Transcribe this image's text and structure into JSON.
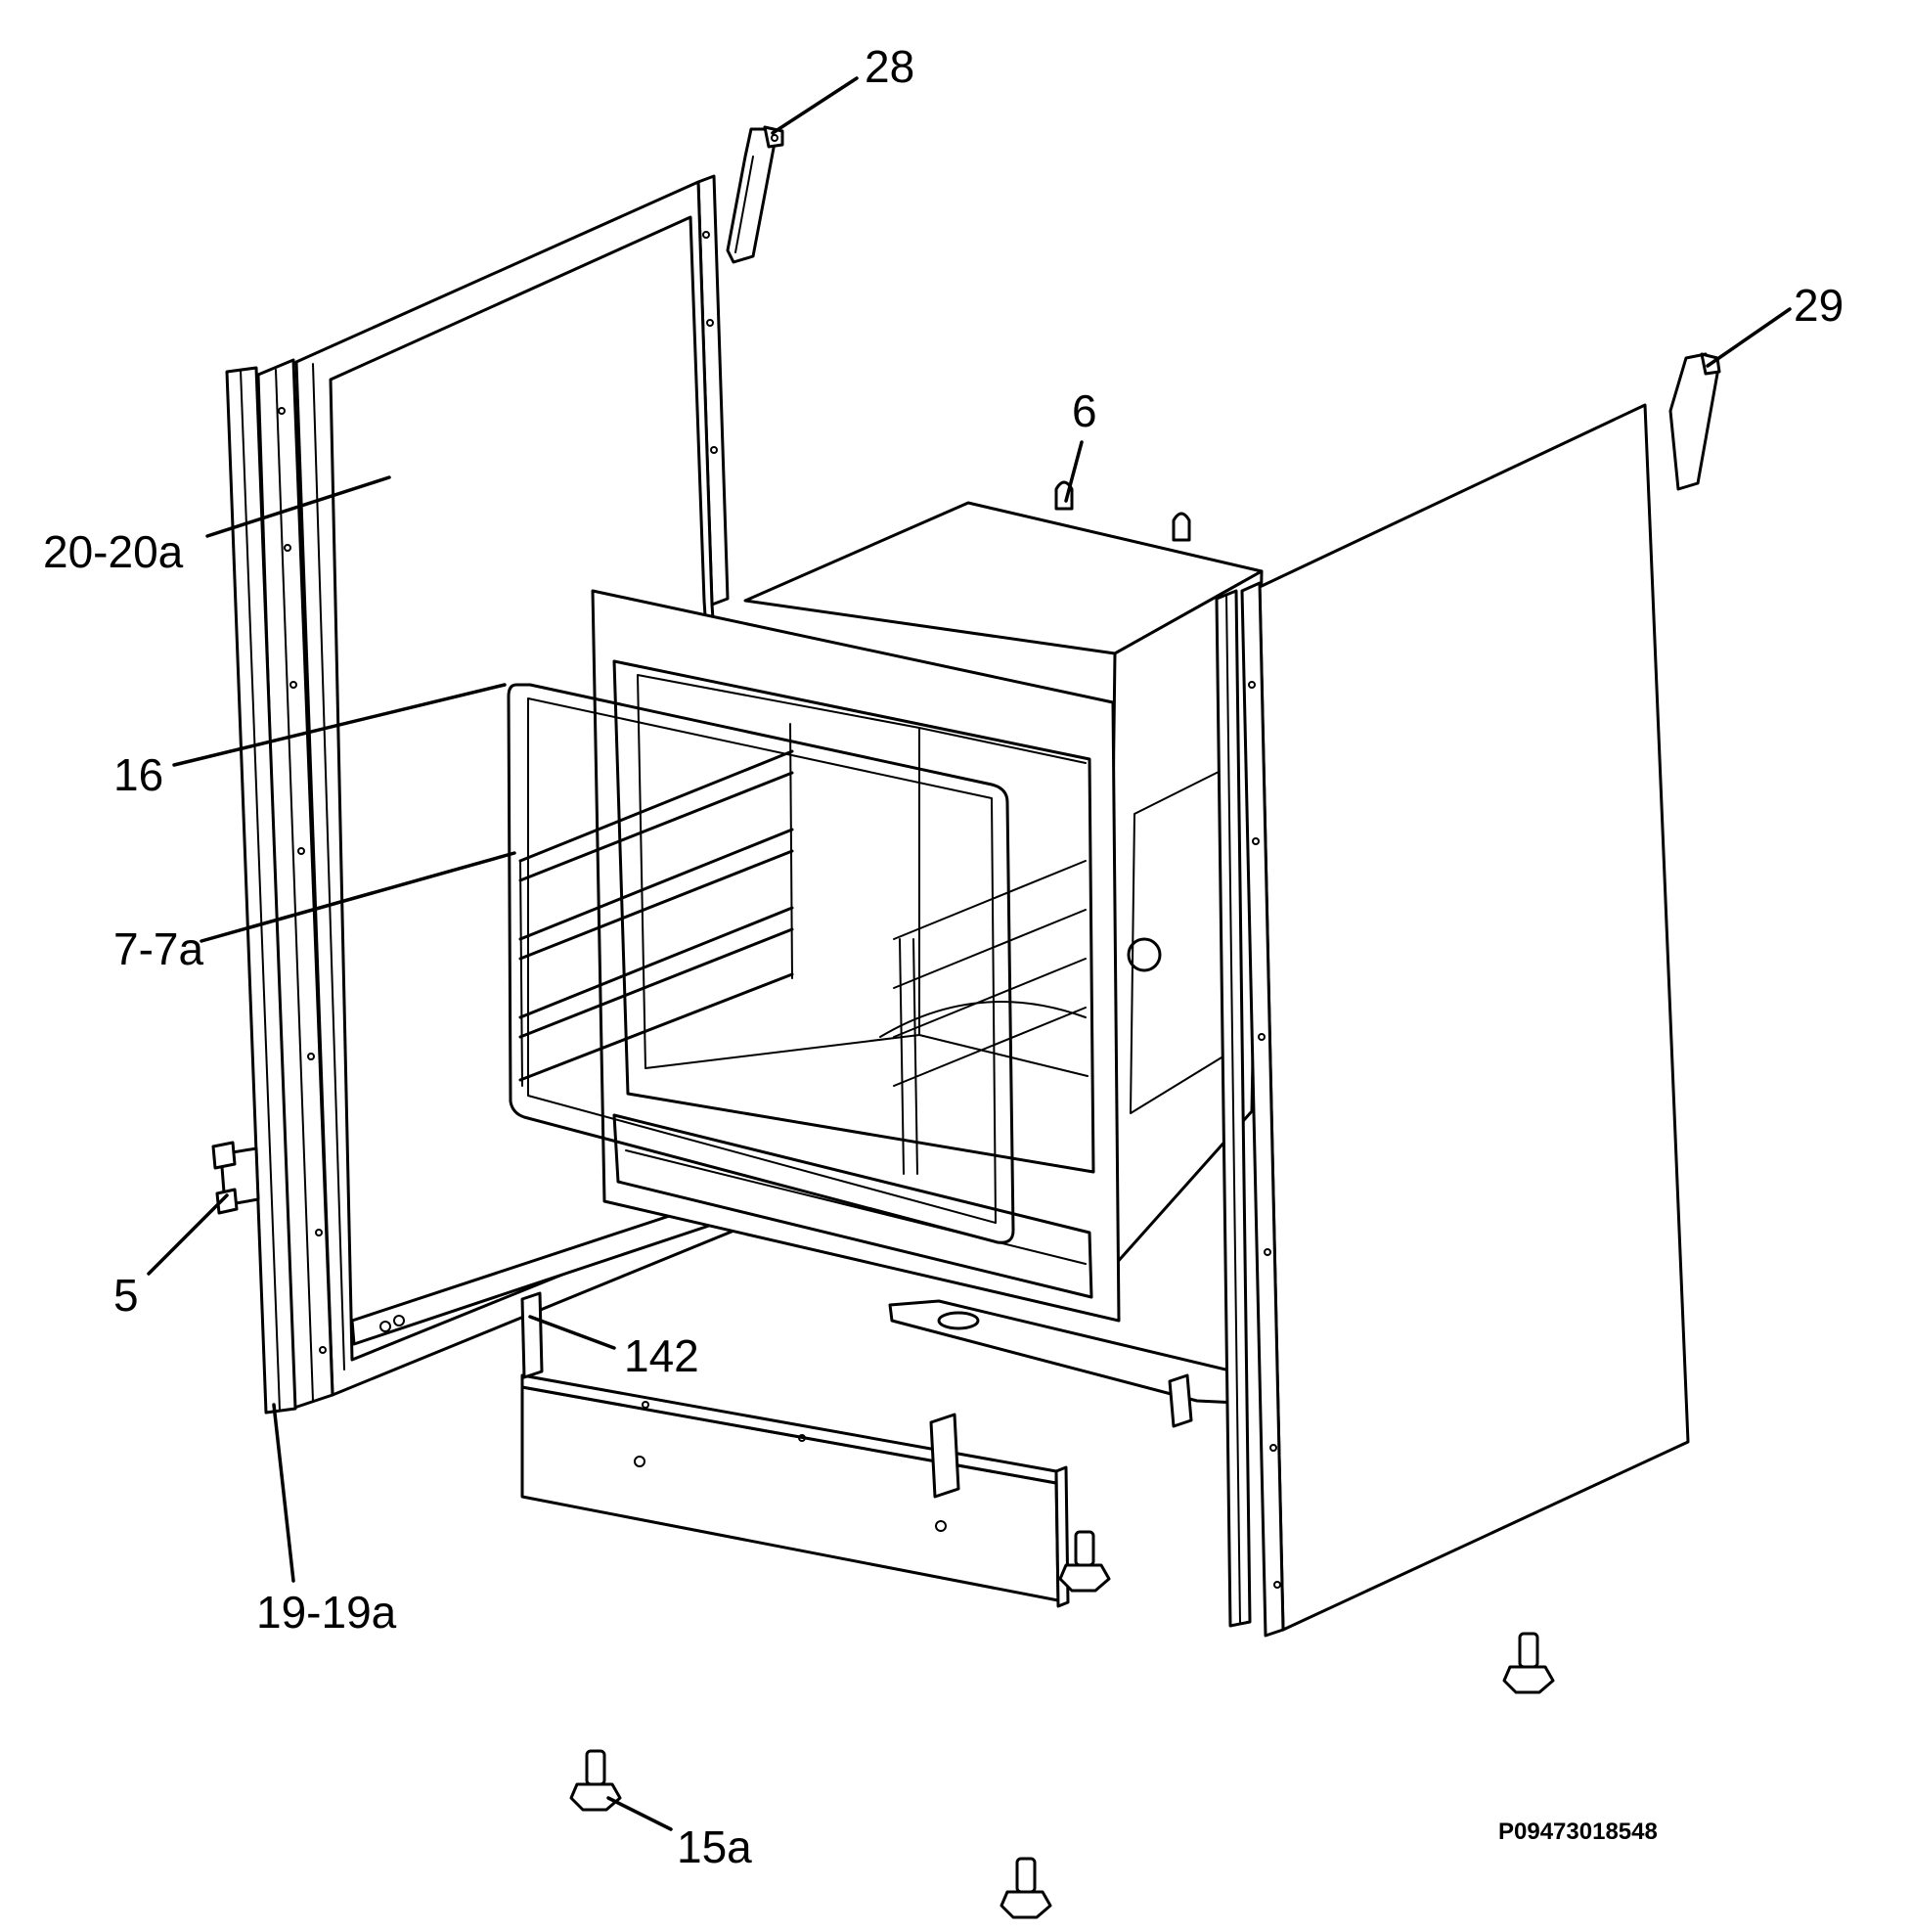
{
  "labels": {
    "p28": "28",
    "p29": "29",
    "p6": "6",
    "p20": "20-20a",
    "p16": "16",
    "p7": "7-7a",
    "p5": "5",
    "p142": "142",
    "p19": "19-19a",
    "p15a": "15a"
  },
  "drawing_code": "P09473018548"
}
